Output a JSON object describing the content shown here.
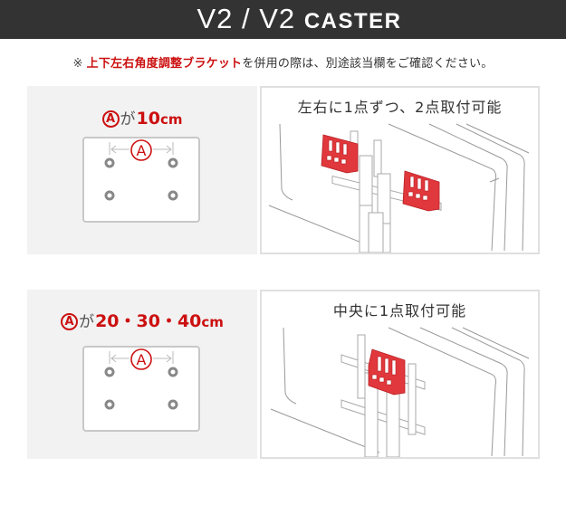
{
  "header": {
    "title_main": "V2 / V2",
    "title_sub": "CASTER",
    "background": "#333333"
  },
  "note": {
    "mark": "※",
    "highlight": "上下左右角度調整ブラケット",
    "text": "を併用の際は、別途該当欄をご確認ください。",
    "highlight_color": "#cc1010"
  },
  "sections": [
    {
      "spacing": {
        "symbol": "A",
        "particle": "が",
        "value": "10",
        "unit": "cm"
      },
      "diagram": {
        "dimension_symbol": "A",
        "holes": 4
      },
      "illustration": {
        "caption": "左右に1点ずつ、2点取付可能",
        "bracket_count": 2,
        "bracket_color": "#e0383c"
      }
    },
    {
      "spacing": {
        "symbol": "A",
        "particle": "が",
        "value": "20・30・40",
        "unit": "cm"
      },
      "diagram": {
        "dimension_symbol": "A",
        "holes": 4
      },
      "illustration": {
        "caption": "中央に1点取付可能",
        "bracket_count": 1,
        "bracket_color": "#e0383c"
      }
    }
  ]
}
